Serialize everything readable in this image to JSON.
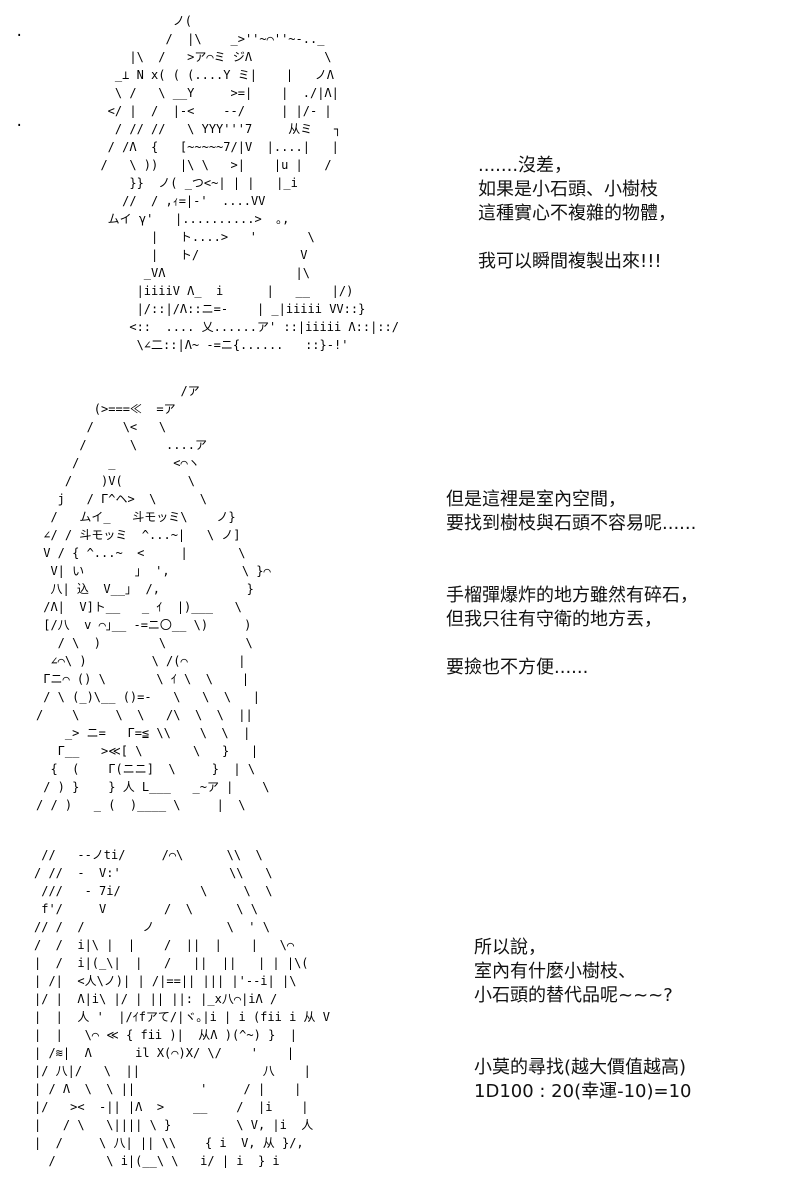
{
  "page": {
    "background": "#ffffff",
    "ink": "#000000"
  },
  "stray_marks": {
    "top_dot": ".",
    "mid_dot": "."
  },
  "ascii_panels": [
    {
      "id": "panel-1",
      "art": "            ノ(\n           /  |\\    _>''~⌒''~-.._\n      |\\  /   >ア⌒ミ ジΛ          \\\n    _⊥ N x( ( (....Y ミ|    |   ノΛ\n    \\ /   \\ __Y     >=|    |  ./|Λ|\n   </ |  /  |-<    --/     | |/- |\n    / // //   \\ YYY'''7     从ミ   ┐\n   / /Λ  {   [~~~~~7/|V  |....|   |\n  /   \\ ))   |\\ \\   >|    |u |   /\n      }}  ノ( _つ<~| | |   |_i\n     //  / ,ｨ=|-'  ....VV\n   ムイ γ'   |..........>  ｡,\n         |   ト....>   '       \\\n         |   ト/              V\n        _VΛ                  |\\\n       |iiiiV Λ_  i      |   __   |/)\n       |/::|/Λ::ニ=-    | _|iiiii VV::}\n      <::  .... 乂......ア' ::|iiiii Λ::|::/\n       \\∠二::|Λ~ -=ニ{......   ::}-!'"
    },
    {
      "id": "panel-2",
      "art": "                    /ア\n        (>===≪  =ア\n       /    \\<   \\\n      /      \\    ....ア\n     /    _        <⌒ヽ\n    /    )V(         \\\n   j   / Γ^ヘ>  \\      \\\n  /   ムイ_   斗モッミ\\    ノ}\n ∠/ / 斗モッミ  ^...~|   \\ ノ]\n V / { ^...~  <     |       \\\n  V| い       ｣  ',          \\ }⌒\n  八| 込  V__｣  /,            }\n /Λ|  V]ト__   _ ｲ  |)___   \\\n [/八  v ⌒｣__ -=ニ〇__ \\)     )\n   / \\  )        \\           \\\n  ∠⌒\\ )         \\ /(⌒       |\n Γニ⌒ () \\       \\ ｲ \\  \\    |\n / \\ (_)\\__ ()=-   \\   \\  \\   |\n/    \\     \\  \\   /\\  \\  \\  ||\n    _> ニ=   Γ=≦ \\\\    \\  \\  |\n   Γ__   >≪[ \\       \\   }   |\n  {  (    Γ(ニニ]  \\     }  | \\\n / ) }    } 人 L___   _~ア |    \\\n/ / )   _ (  )____ \\     |  \\"
    },
    {
      "id": "panel-3",
      "art": " //   --ノti/     /⌒\\      \\\\  \\\n/ //  -  V:'               \\\\   \\\n ///   - 7i/           \\     \\  \\\n f'/     V        /  \\      \\ \\\n// /  /        ノ          \\  ' \\\n/  /  i|\\ |  |    /  ||  |    |   \\⌒\n|  /  i|(_\\|  |   /   ||  ||   | | |\\(\n| /|  <人\\ノ)| | /|==|| ||| |'--i| |\\\n|/ |  Λ|i\\ |/ | || ||: |_x八⌒|iΛ /\n|  |  人 '  |/ｲfアて/|ヾ｡|i | i (fii i 从 V\n|  |   \\⌒ ≪ { fii )|  从Λ )(^~) }  |\n| /≋|  Λ      il X(⌒)X/ \\/    '    |\n|/ 八|/   \\  ||                 八    |\n| / Λ  \\  \\ ||         '     / |    |\n|/   ><  -|| |Λ  >    __    /  |i    |\n|   / \\   \\|||| \\ }         \\ V, |i  人\n|  /     \\ 八| || \\\\    { i  V, 从 }/,\n  /       \\ i|(__\\ \\   i/ | i  } i"
    }
  ],
  "dialogue_blocks": [
    {
      "id": "dialogue-1",
      "text": ".......沒差，\n如果是小石頭、小樹枝\n這種實心不複雜的物體，\n\n我可以瞬間複製出來!!!"
    },
    {
      "id": "dialogue-2",
      "text": "但是這裡是室內空間，\n要找到樹枝與石頭不容易呢......\n\n\n手榴彈爆炸的地方雖然有碎石，\n但我只往有守衛的地方丟，\n\n要撿也不方便......"
    },
    {
      "id": "dialogue-3",
      "text": "所以說，\n室內有什麼小樹枝、\n小石頭的替代品呢~~~?\n\n\n小莫的尋找(越大價值越高)\n1D100 : 20(幸運-10)=10"
    }
  ]
}
